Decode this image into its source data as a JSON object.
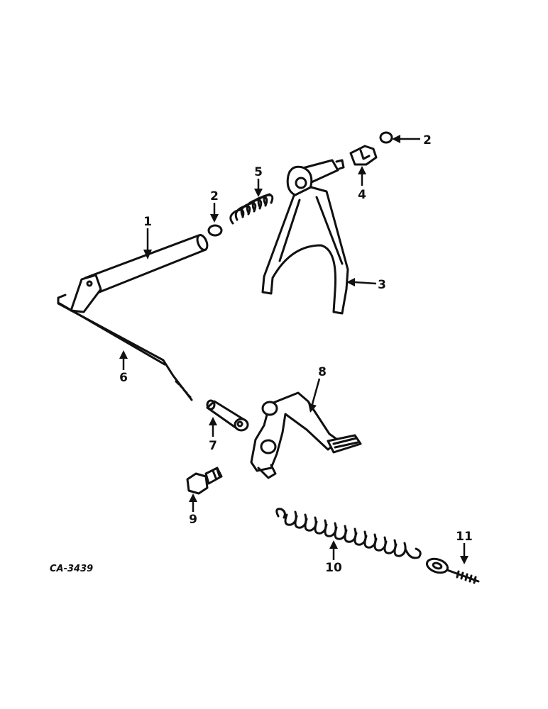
{
  "diagram": {
    "drawing_code": "CA-3439",
    "callouts": {
      "c1": "1",
      "c2a": "2",
      "c2b": "2",
      "c3": "3",
      "c4": "4",
      "c5": "5",
      "c6": "6",
      "c7": "7",
      "c8": "8",
      "c9": "9",
      "c10": "10",
      "c11": "11"
    }
  }
}
